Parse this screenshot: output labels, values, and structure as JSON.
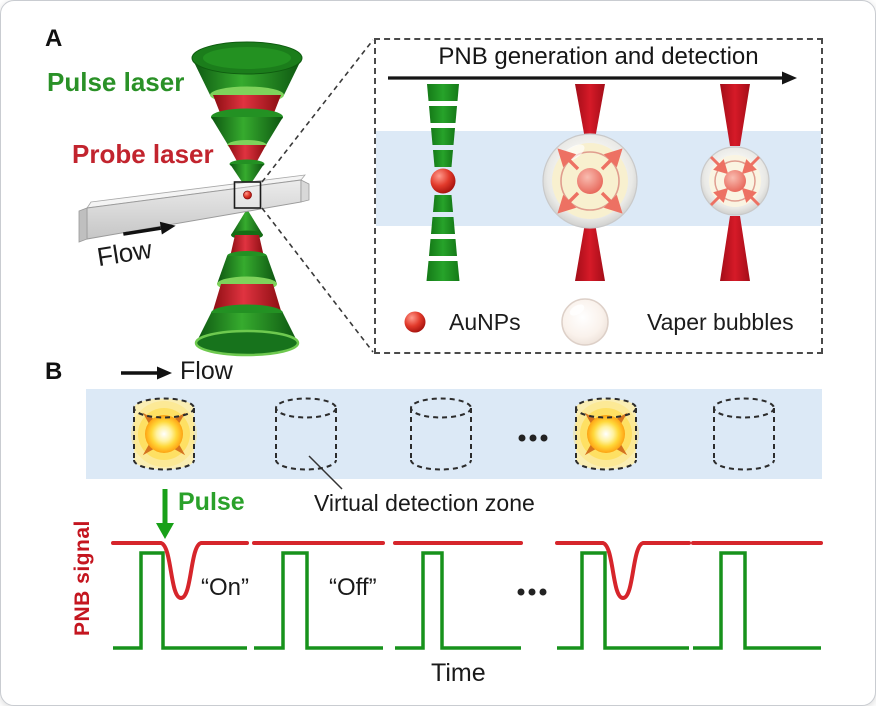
{
  "figure": {
    "panel_a": {
      "label": "A",
      "pulse_laser_label": "Pulse laser",
      "probe_laser_label": "Probe laser",
      "flow_label": "Flow",
      "inset": {
        "title": "PNB generation and detection",
        "legend": [
          {
            "icon": "aunp-sphere",
            "label": "AuNPs"
          },
          {
            "icon": "vapor-bubble",
            "label": "Vaper bubbles"
          }
        ]
      }
    },
    "panel_b": {
      "label": "B",
      "flow_label": "Flow",
      "pulse_label": "Pulse",
      "zone_label": "Virtual detection zone",
      "signal_axis_label": "PNB signal",
      "time_label": "Time",
      "band_ellipsis": "...",
      "signal_ellipsis": "...",
      "detection_zones": [
        {
          "burst": true
        },
        {
          "burst": false
        },
        {
          "burst": false
        },
        {
          "burst": true
        },
        {
          "burst": false
        }
      ],
      "signal_segments": [
        {
          "pnb_dip": true,
          "label": "“On”"
        },
        {
          "pnb_dip": false,
          "label": "“Off”"
        },
        {
          "pnb_dip": false,
          "label": ""
        },
        {
          "pnb_dip": true,
          "label": ""
        },
        {
          "pnb_dip": false,
          "label": ""
        }
      ]
    },
    "colors": {
      "laser_green": "#1f9222",
      "laser_red": "#c5101f",
      "signal_green": "#17921b",
      "signal_red": "#d6252b",
      "channel_blue": "#dce9f6",
      "burst_yellow": "#ffc226",
      "aunp_red": "#d02318"
    }
  }
}
